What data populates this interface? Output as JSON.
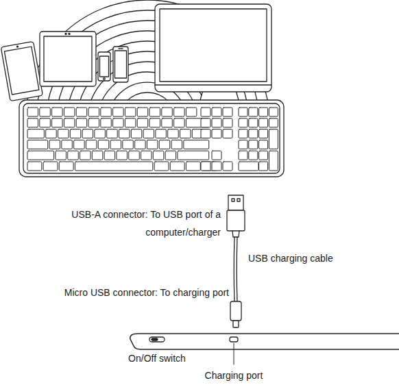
{
  "diagram": {
    "labels": [
      "USB-A connector: To USB port of a computer/charger",
      "USB charging cable",
      "Micro USB connector: To charging port",
      "On/Off switch",
      "Charging port"
    ]
  }
}
